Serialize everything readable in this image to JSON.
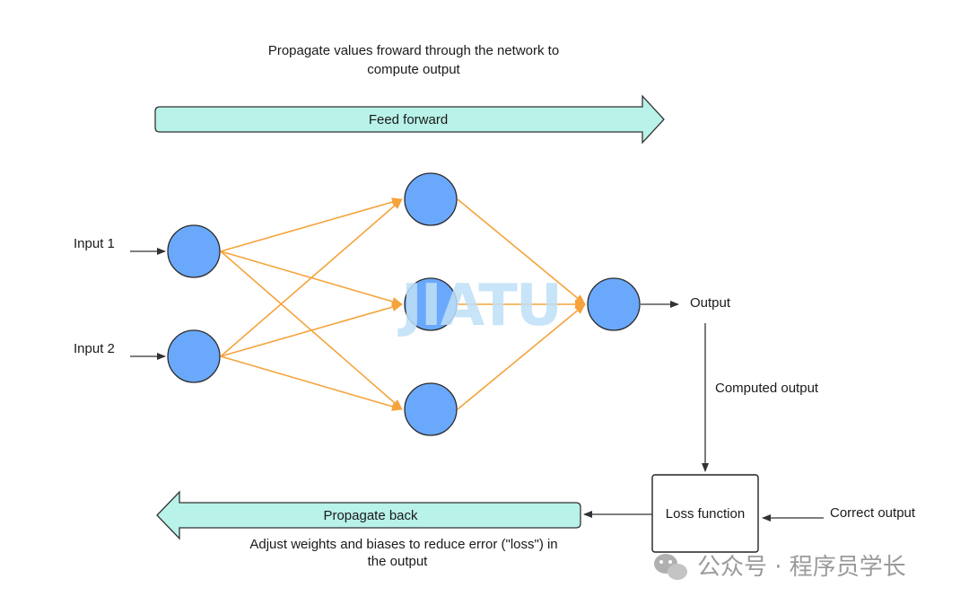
{
  "header": {
    "line1": "Propagate values froward through the network to",
    "line2": "compute output"
  },
  "feed_forward": {
    "label": "Feed forward"
  },
  "inputs": {
    "input1": "Input 1",
    "input2": "Input 2"
  },
  "output": {
    "label": "Output"
  },
  "computed_output": {
    "label": "Computed output"
  },
  "loss": {
    "label": "Loss function"
  },
  "correct_output": {
    "label": "Correct output"
  },
  "back": {
    "label": "Propagate back",
    "desc_line1": "Adjust weights and biases to reduce error (\"loss\") in",
    "desc_line2": "the output"
  },
  "watermark": {
    "overlay": "JIATU",
    "footer": "公众号 · 程序员学长"
  },
  "colors": {
    "node_fill": "#6aa8fb",
    "node_stroke": "#2b2b2b",
    "edge": "#f5a33b",
    "banner_fill": "#b8f2e9",
    "banner_stroke": "#333333"
  }
}
